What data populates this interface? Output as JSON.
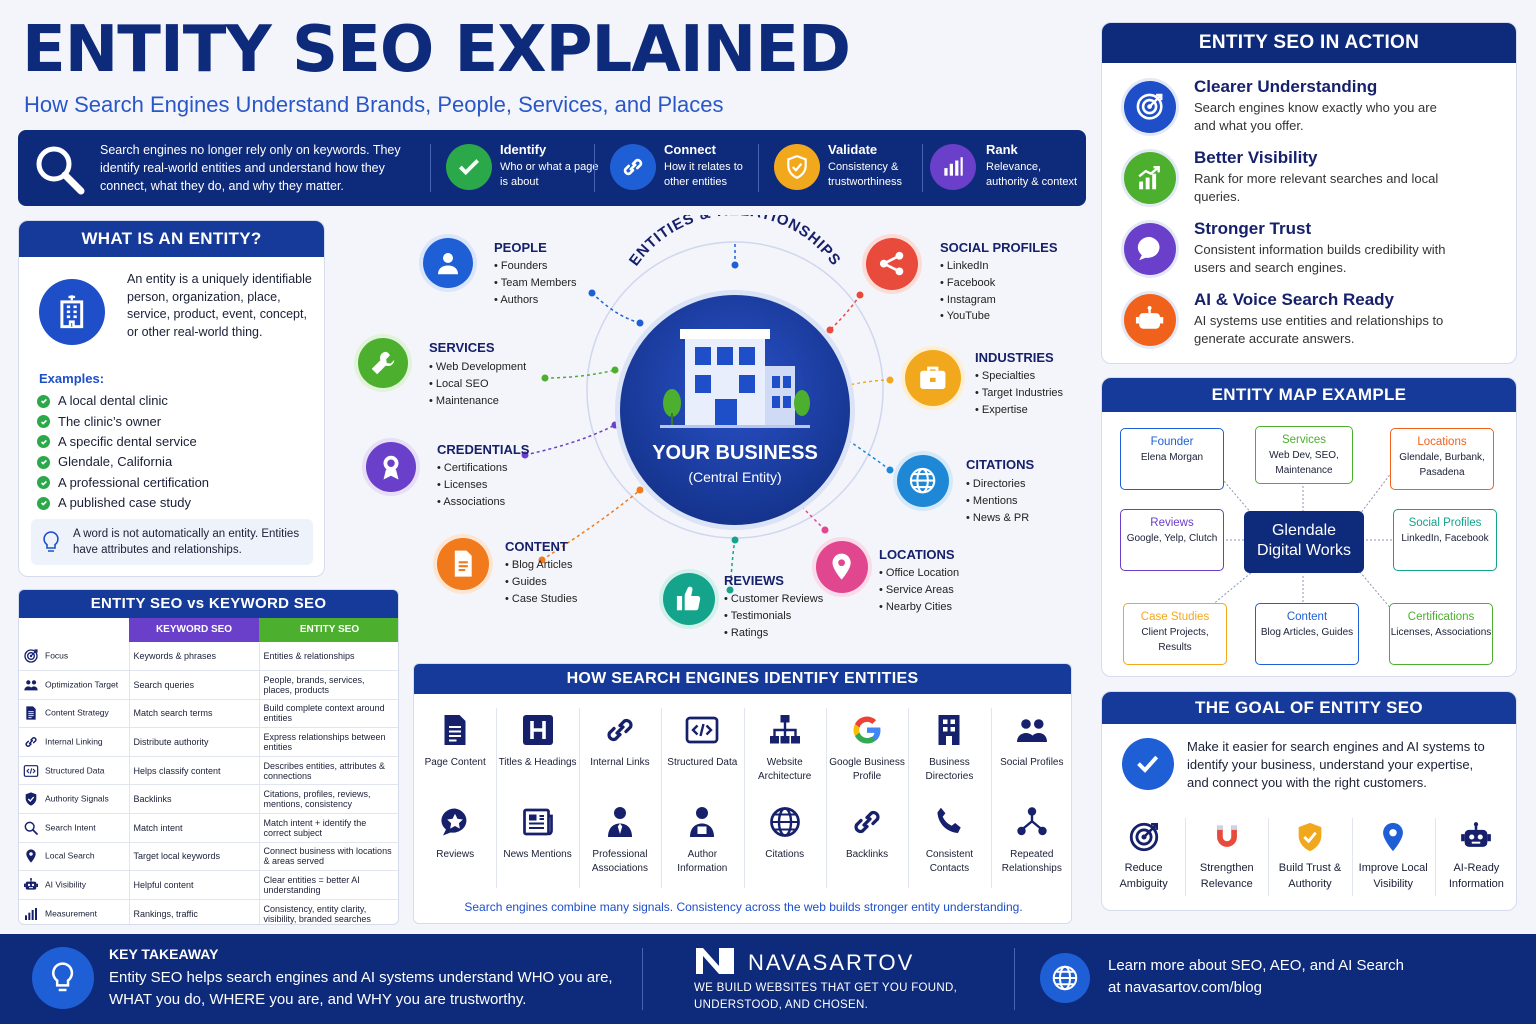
{
  "header": {
    "title": "ENTITY SEO EXPLAINED",
    "subtitle": "How Search Engines Understand Brands, People, Services, and Places"
  },
  "topbar": {
    "intro": "Search engines no longer rely only on keywords. They identify real-world entities and understand how they connect, what they do, and why they matter.",
    "steps": [
      {
        "title": "Identify",
        "desc": "Who or what a page is about",
        "icon": "checkmark-icon",
        "color": "#2aa84a"
      },
      {
        "title": "Connect",
        "desc": "How it relates to other entities",
        "icon": "link-icon",
        "color": "#1e5fd6"
      },
      {
        "title": "Validate",
        "desc": "Consistency & trustworthiness",
        "icon": "shield-icon",
        "color": "#f2a81c"
      },
      {
        "title": "Rank",
        "desc": "Relevance, authority & context",
        "icon": "bar-chart-icon",
        "color": "#6a3fc9"
      }
    ]
  },
  "what_is": {
    "heading": "WHAT IS AN ENTITY?",
    "definition": "An entity is a uniquely identifiable person, organization, place, service, product, event, concept, or other real-world thing.",
    "examples_label": "Examples:",
    "examples": [
      "A local dental clinic",
      "The clinic’s owner",
      "A specific dental service",
      "Glendale, California",
      "A professional certification",
      "A published case study"
    ],
    "note": "A word is not automatically an entity. Entities have attributes and relationships."
  },
  "comparison": {
    "heading": "ENTITY SEO vs KEYWORD SEO",
    "col_keyword": "KEYWORD SEO",
    "col_entity": "ENTITY SEO",
    "rows": [
      {
        "label": "Focus",
        "keyword": "Keywords & phrases",
        "entity": "Entities & relationships",
        "icon": "target-icon"
      },
      {
        "label": "Optimization Target",
        "keyword": "Search queries",
        "entity": "People, brands, services, places, products",
        "icon": "people-icon"
      },
      {
        "label": "Content Strategy",
        "keyword": "Match search terms",
        "entity": "Build complete context around entities",
        "icon": "document-icon"
      },
      {
        "label": "Internal Linking",
        "keyword": "Distribute authority",
        "entity": "Express relationships between entities",
        "icon": "link-icon"
      },
      {
        "label": "Structured Data",
        "keyword": "Helps classify content",
        "entity": "Describes entities, attributes & connections",
        "icon": "code-icon"
      },
      {
        "label": "Authority Signals",
        "keyword": "Backlinks",
        "entity": "Citations, profiles, reviews, mentions, consistency",
        "icon": "shield-icon"
      },
      {
        "label": "Search Intent",
        "keyword": "Match intent",
        "entity": "Match intent + identify the correct subject",
        "icon": "search-icon"
      },
      {
        "label": "Local Search",
        "keyword": "Target local keywords",
        "entity": "Connect business with locations & areas served",
        "icon": "location-pin-icon"
      },
      {
        "label": "AI Visibility",
        "keyword": "Helpful content",
        "entity": "Clear entities = better AI understanding",
        "icon": "robot-icon"
      },
      {
        "label": "Measurement",
        "keyword": "Rankings, traffic",
        "entity": "Consistency, entity clarity, visibility, branded searches",
        "icon": "bar-chart-icon"
      }
    ]
  },
  "diagram": {
    "arc_label": "ENTITIES & RELATIONSHIPS",
    "center_title": "YOUR BUSINESS",
    "center_sub": "(Central Entity)",
    "nodes": [
      {
        "id": "people",
        "title": "PEOPLE",
        "items": [
          "Founders",
          "Team Members",
          "Authors"
        ],
        "color": "#1e5fd6",
        "icon": "person-icon"
      },
      {
        "id": "services",
        "title": "SERVICES",
        "items": [
          "Web Development",
          "Local SEO",
          "Maintenance"
        ],
        "color": "#4caf2e",
        "icon": "wrench-icon"
      },
      {
        "id": "credentials",
        "title": "CREDENTIALS",
        "items": [
          "Certifications",
          "Licenses",
          "Associations"
        ],
        "color": "#6a3fc9",
        "icon": "badge-icon"
      },
      {
        "id": "content",
        "title": "CONTENT",
        "items": [
          "Blog Articles",
          "Guides",
          "Case Studies"
        ],
        "color": "#f07a1c",
        "icon": "document-icon"
      },
      {
        "id": "reviews",
        "title": "REVIEWS",
        "items": [
          "Customer Reviews",
          "Testimonials",
          "Ratings"
        ],
        "color": "#14a38b",
        "icon": "thumbs-up-icon"
      },
      {
        "id": "locations",
        "title": "LOCATIONS",
        "items": [
          "Office Location",
          "Service Areas",
          "Nearby Cities"
        ],
        "color": "#e0478f",
        "icon": "location-pin-icon"
      },
      {
        "id": "citations",
        "title": "CITATIONS",
        "items": [
          "Directories",
          "Mentions",
          "News & PR"
        ],
        "color": "#1e88d6",
        "icon": "globe-icon"
      },
      {
        "id": "industries",
        "title": "INDUSTRIES",
        "items": [
          "Specialties",
          "Target Industries",
          "Expertise"
        ],
        "color": "#f2a81c",
        "icon": "briefcase-icon"
      },
      {
        "id": "social",
        "title": "SOCIAL PROFILES",
        "items": [
          "LinkedIn",
          "Facebook",
          "Instagram",
          "YouTube"
        ],
        "color": "#e84a3c",
        "icon": "share-icon"
      }
    ]
  },
  "identify": {
    "heading": "HOW SEARCH ENGINES IDENTIFY ENTITIES",
    "row1": [
      {
        "label": "Page Content",
        "icon": "document-icon"
      },
      {
        "label": "Titles & Headings",
        "icon": "heading-icon"
      },
      {
        "label": "Internal Links",
        "icon": "link-icon"
      },
      {
        "label": "Structured Data",
        "icon": "code-icon"
      },
      {
        "label": "Website Architecture",
        "icon": "sitemap-icon"
      },
      {
        "label": "Google Business Profile",
        "icon": "google-icon"
      },
      {
        "label": "Business Directories",
        "icon": "building-icon"
      },
      {
        "label": "Social Profiles",
        "icon": "people-icon"
      }
    ],
    "row2": [
      {
        "label": "Reviews",
        "icon": "star-bubble-icon"
      },
      {
        "label": "News Mentions",
        "icon": "newspaper-icon"
      },
      {
        "label": "Professional Associations",
        "icon": "person-tie-icon"
      },
      {
        "label": "Author Information",
        "icon": "author-icon"
      },
      {
        "label": "Citations",
        "icon": "globe-icon"
      },
      {
        "label": "Backlinks",
        "icon": "link-icon"
      },
      {
        "label": "Consistent Contacts",
        "icon": "phone-icon"
      },
      {
        "label": "Repeated Relationships",
        "icon": "network-icon"
      }
    ],
    "footer": "Search engines combine many signals. Consistency across the web builds stronger entity understanding."
  },
  "action": {
    "heading": "ENTITY SEO IN ACTION",
    "items": [
      {
        "title": "Clearer Understanding",
        "desc": "Search engines know exactly who you are and what you offer.",
        "color": "#1e4fc9",
        "icon": "target-icon"
      },
      {
        "title": "Better Visibility",
        "desc": "Rank for more relevant searches and local queries.",
        "color": "#4caf2e",
        "icon": "growth-chart-icon"
      },
      {
        "title": "Stronger Trust",
        "desc": "Consistent information builds credibility with users and search engines.",
        "color": "#6a3fc9",
        "icon": "star-bubble-icon"
      },
      {
        "title": "AI & Voice Search Ready",
        "desc": "AI systems use entities and relationships to generate accurate answers.",
        "color": "#f0621c",
        "icon": "robot-icon"
      }
    ]
  },
  "entity_map": {
    "heading": "ENTITY MAP EXAMPLE",
    "center": "Glendale Digital Works",
    "boxes": [
      {
        "title": "Founder",
        "body": "Elena Morgan",
        "color": "#1e5fd6"
      },
      {
        "title": "Services",
        "body": "Web Dev, SEO, Maintenance",
        "color": "#4caf2e"
      },
      {
        "title": "Locations",
        "body": "Glendale, Burbank, Pasadena",
        "color": "#f0621c"
      },
      {
        "title": "Reviews",
        "body": "Google, Yelp, Clutch",
        "color": "#6a3fc9"
      },
      {
        "title": "Social Profiles",
        "body": "LinkedIn, Facebook",
        "color": "#14a38b"
      },
      {
        "title": "Case Studies",
        "body": "Client Projects, Results",
        "color": "#f2a81c"
      },
      {
        "title": "Content",
        "body": "Blog Articles, Guides",
        "color": "#1e5fd6"
      },
      {
        "title": "Certifications",
        "body": "Licenses, Associations",
        "color": "#4caf2e"
      }
    ]
  },
  "goal": {
    "heading": "THE GOAL OF ENTITY SEO",
    "text": "Make it easier for search engines and AI systems to identify your business, understand your expertise, and connect you with the right customers.",
    "items": [
      {
        "label": "Reduce Ambiguity",
        "icon": "target-icon",
        "color": "#16206b"
      },
      {
        "label": "Strengthen Relevance",
        "icon": "magnet-icon",
        "color": "#e84a3c"
      },
      {
        "label": "Build Trust & Authority",
        "icon": "shield-icon",
        "color": "#f2a81c"
      },
      {
        "label": "Improve Local Visibility",
        "icon": "location-pin-icon",
        "color": "#1e5fd6"
      },
      {
        "label": "AI-Ready Information",
        "icon": "robot-icon",
        "color": "#16206b"
      }
    ]
  },
  "footer": {
    "takeaway_label": "KEY TAKEAWAY",
    "takeaway_text": "Entity SEO helps search engines and AI systems understand WHO you are, WHAT you do, WHERE you are, and WHY you are trustworthy.",
    "brand": "NAVASARTOV",
    "tagline": "WE BUILD WEBSITES THAT GET YOU FOUND, UNDERSTOOD, AND CHOSEN.",
    "learn_more": "Learn more about SEO, AEO, and AI Search at navasartov.com/blog"
  }
}
